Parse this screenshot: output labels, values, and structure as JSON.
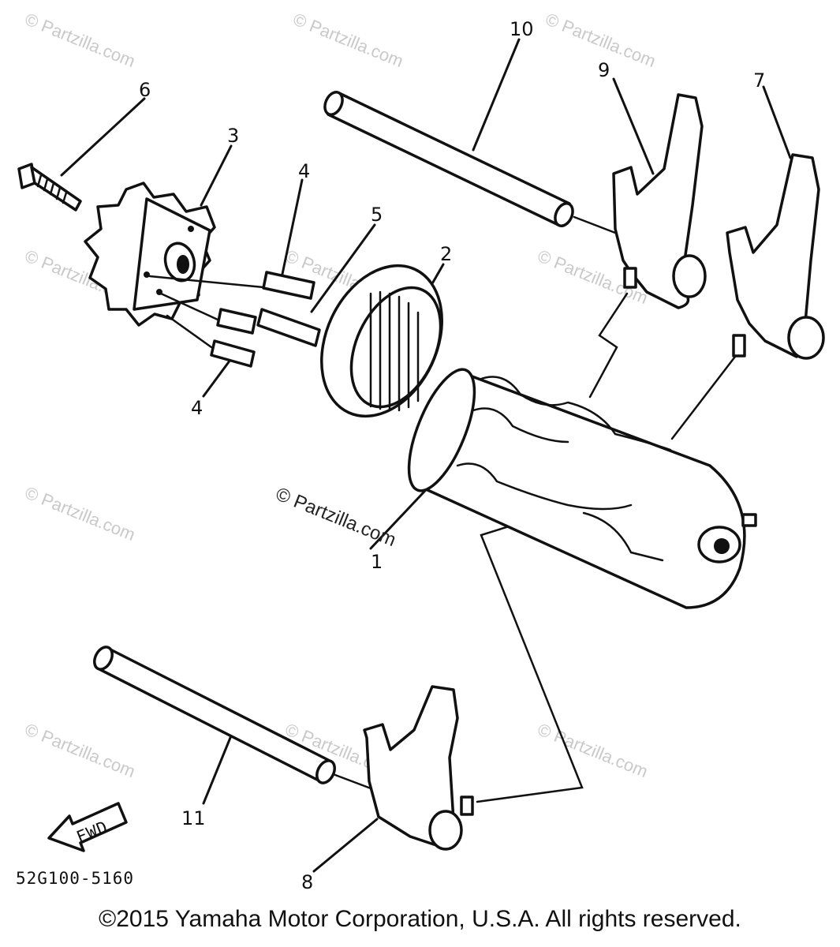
{
  "callouts": {
    "c1": "1",
    "c2": "2",
    "c3": "3",
    "c4a": "4",
    "c4b": "4",
    "c5": "5",
    "c6": "6",
    "c7": "7",
    "c8": "8",
    "c9": "9",
    "c10": "10",
    "c11": "11"
  },
  "fwd_label": "FWD",
  "diagram_code": "52G100-5160",
  "watermark": "© Partzilla.com",
  "watermark_center": "© Partzilla.com",
  "copyright": "©2015 Yamaha Motor Corporation, U.S.A. All rights reserved."
}
